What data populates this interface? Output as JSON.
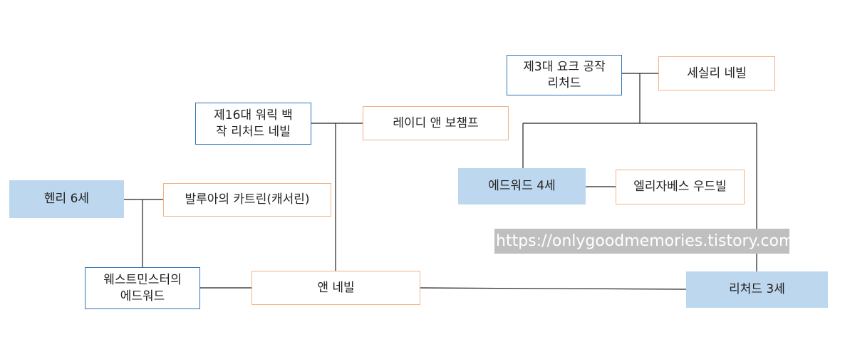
{
  "nodes": {
    "richard_york": "제3대 요크 공작\n리처드",
    "cecily_neville": "세실리 네빌",
    "richard_warwick": "제16대 워릭 백\n작 리처드 네빌",
    "anne_beauchamp": "레이디 앤 보챔프",
    "edward_iv": "에드워드 4세",
    "elizabeth_woodville": "엘리자베스 우드빌",
    "henry_vi": "헨리 6세",
    "margaret_anjou": "발루아의 카트린(캐서린)",
    "edward_westminster": "웨스트민스터의\n에드워드",
    "anne_neville": "앤 네빌",
    "richard_iii": "리처드 3세"
  },
  "watermark": "https://onlygoodmemories.tistory.com",
  "colors": {
    "box_border_blue": "#2e75b6",
    "box_border_orange": "#f4b183",
    "box_fill_blue": "#bdd7ee",
    "watermark_bg": "#bfbfbf"
  }
}
